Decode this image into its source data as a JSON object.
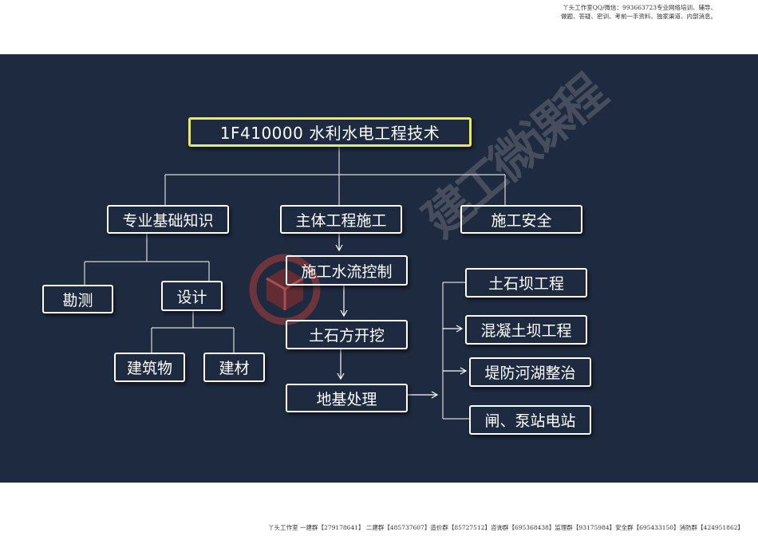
{
  "header_note": {
    "line1": "丫头工作室QQ/微信：993663723专业网络培训、辅导、",
    "line2": "做题、答疑、密训、考前一手资料、独家渠道、内部消息。"
  },
  "diagram": {
    "root": "1F410000  水利水电工程技术",
    "branch_foundation": "专业基础知识",
    "branch_main": "主体工程施工",
    "branch_safety": "施工安全",
    "survey": "勘测",
    "design": "设计",
    "building": "建筑物",
    "material": "建材",
    "flow_control": "施工水流控制",
    "earthwork": "土石方开挖",
    "foundation_treatment": "地基处理",
    "earth_rock_dam": "土石坝工程",
    "concrete_dam": "混凝土坝工程",
    "levee": "堤防河湖整治",
    "sluice_station": "闸、泵站电站"
  },
  "watermark": {
    "text": "建工微课程",
    "logo_colors": [
      "#8f3a3a",
      "#7a2f2f"
    ]
  },
  "footer_note": "丫头工作室 一建群【279178641】 二建群【485737607】造价群【85727512】咨询群【695368438】监理群【93175984】安全群【695433150】消防群【424951862】",
  "colors": {
    "background": "#1e2a3f",
    "root_border": "#f2ea4a",
    "node_border": "#ffffff"
  }
}
